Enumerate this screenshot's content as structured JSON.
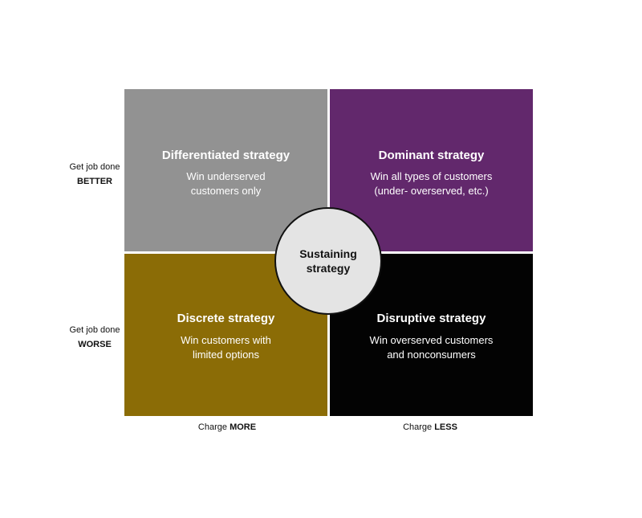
{
  "quadrants": {
    "top_left": {
      "title": "Differentiated strategy",
      "line1": "Win underserved",
      "line2": "customers only",
      "color": "#929292"
    },
    "top_right": {
      "title": "Dominant strategy",
      "line1": "Win all types of customers",
      "line2": "(under- overserved, etc.)",
      "color": "#62286c"
    },
    "bottom_left": {
      "title": "Discrete strategy",
      "line1": "Win customers with",
      "line2": "limited options",
      "color": "#8b6c06"
    },
    "bottom_right": {
      "title": "Disruptive strategy",
      "line1": "Win overserved customers",
      "line2": "and nonconsumers",
      "color": "#030303"
    }
  },
  "center": {
    "line1": "Sustaining",
    "line2": "strategy",
    "color": "#e4e4e4"
  },
  "y_axis": {
    "better": {
      "prefix": "Get job done",
      "keyword": "BETTER"
    },
    "worse": {
      "prefix": "Get job done",
      "keyword": "WORSE"
    }
  },
  "x_axis": {
    "more": {
      "prefix": "Charge",
      "keyword": "MORE"
    },
    "less": {
      "prefix": "Charge",
      "keyword": "LESS"
    }
  }
}
